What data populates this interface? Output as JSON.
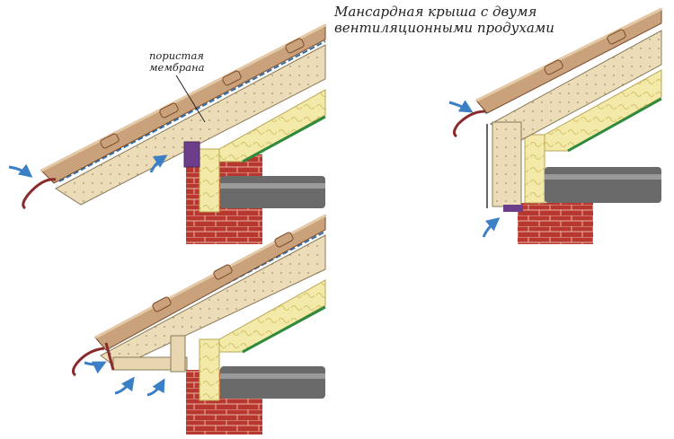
{
  "title": {
    "line1": "Мансардная крыша с двумя",
    "line2": "вентиляционными продухами"
  },
  "membrane_label": {
    "line1": "пористая",
    "line2": "мембрана"
  },
  "colors": {
    "tile": "#c9a27c",
    "tile_dark": "#7a4a2a",
    "wood": "#e8d6b0",
    "insulation": "#f3e9a8",
    "brick": "#b8372e",
    "membrane": "#2f6fb0",
    "vapor": "#2f8a3c",
    "gutter": "#8b2a2a",
    "slab": "#6a6a6a",
    "arrow": "#3b7fc4"
  }
}
